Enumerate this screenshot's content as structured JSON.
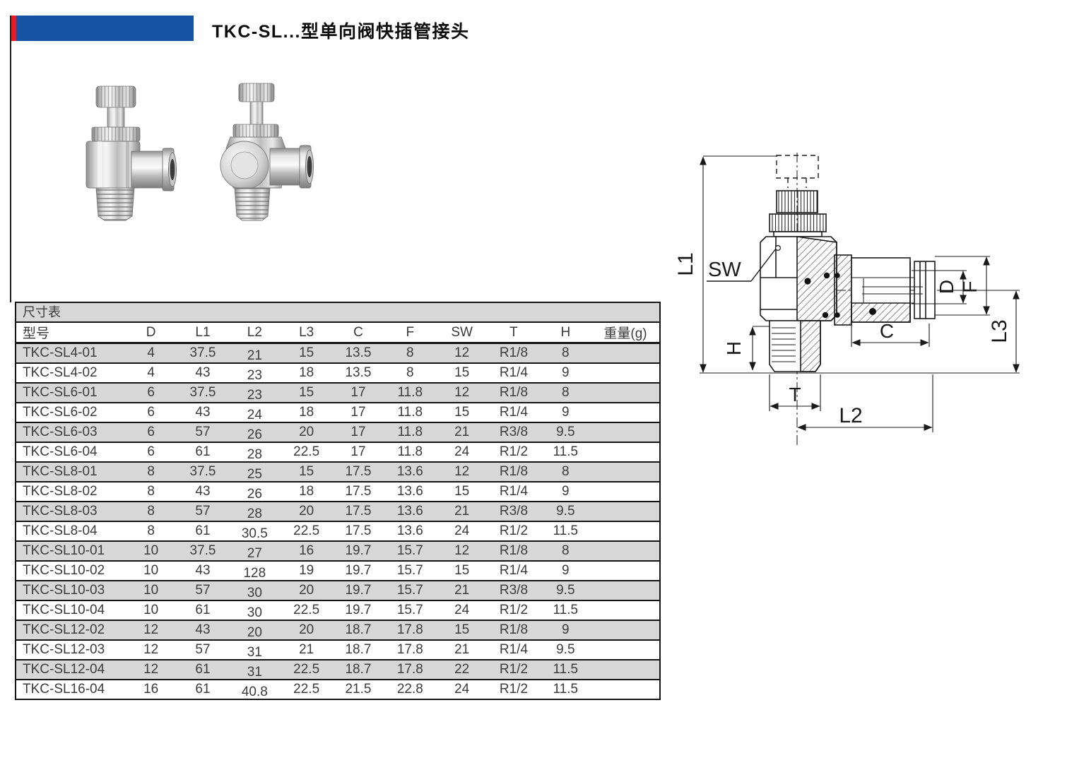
{
  "header": {
    "title": "TKC-SL...型单向阀快插管接头",
    "accent_red": "#e81c24",
    "accent_blue": "#1453a3"
  },
  "photos": {
    "left_photo_name": "speed-controller-fitting-front",
    "right_photo_name": "speed-controller-fitting-angle"
  },
  "drawing": {
    "labels": {
      "l1": "L1",
      "sw": "SW",
      "h": "H",
      "t": "T",
      "l2": "L2",
      "c": "C",
      "d": "D",
      "f": "F",
      "l3": "L3"
    }
  },
  "table": {
    "caption": "尺寸表",
    "columns": [
      "型号",
      "D",
      "L1",
      "L2",
      "L3",
      "C",
      "F",
      "SW",
      "T",
      "H",
      "重量(g)"
    ],
    "rows": [
      [
        "TKC-SL4-01",
        "4",
        "37.5",
        "21",
        "15",
        "13.5",
        "8",
        "12",
        "R1/8",
        "8",
        ""
      ],
      [
        "TKC-SL4-02",
        "4",
        "43",
        "23",
        "18",
        "13.5",
        "8",
        "15",
        "R1/4",
        "9",
        ""
      ],
      [
        "TKC-SL6-01",
        "6",
        "37.5",
        "23",
        "15",
        "17",
        "11.8",
        "12",
        "R1/8",
        "8",
        ""
      ],
      [
        "TKC-SL6-02",
        "6",
        "43",
        "24",
        "18",
        "17",
        "11.8",
        "15",
        "R1/4",
        "9",
        ""
      ],
      [
        "TKC-SL6-03",
        "6",
        "57",
        "26",
        "20",
        "17",
        "11.8",
        "21",
        "R3/8",
        "9.5",
        ""
      ],
      [
        "TKC-SL6-04",
        "6",
        "61",
        "28",
        "22.5",
        "17",
        "11.8",
        "24",
        "R1/2",
        "11.5",
        ""
      ],
      [
        "TKC-SL8-01",
        "8",
        "37.5",
        "25",
        "15",
        "17.5",
        "13.6",
        "12",
        "R1/8",
        "8",
        ""
      ],
      [
        "TKC-SL8-02",
        "8",
        "43",
        "26",
        "18",
        "17.5",
        "13.6",
        "15",
        "R1/4",
        "9",
        ""
      ],
      [
        "TKC-SL8-03",
        "8",
        "57",
        "28",
        "20",
        "17.5",
        "13.6",
        "21",
        "R3/8",
        "9.5",
        ""
      ],
      [
        "TKC-SL8-04",
        "8",
        "61",
        "30.5",
        "22.5",
        "17.5",
        "13.6",
        "24",
        "R1/2",
        "11.5",
        ""
      ],
      [
        "TKC-SL10-01",
        "10",
        "37.5",
        "27",
        "16",
        "19.7",
        "15.7",
        "12",
        "R1/8",
        "8",
        ""
      ],
      [
        "TKC-SL10-02",
        "10",
        "43",
        "128",
        "19",
        "19.7",
        "15.7",
        "15",
        "R1/4",
        "9",
        ""
      ],
      [
        "TKC-SL10-03",
        "10",
        "57",
        "30",
        "20",
        "19.7",
        "15.7",
        "21",
        "R3/8",
        "9.5",
        ""
      ],
      [
        "TKC-SL10-04",
        "10",
        "61",
        "30",
        "22.5",
        "19.7",
        "15.7",
        "24",
        "R1/2",
        "11.5",
        ""
      ],
      [
        "TKC-SL12-02",
        "12",
        "43",
        "20",
        "20",
        "18.7",
        "17.8",
        "15",
        "R1/8",
        "9",
        ""
      ],
      [
        "TKC-SL12-03",
        "12",
        "57",
        "31",
        "21",
        "18.7",
        "17.8",
        "21",
        "R1/4",
        "9.5",
        ""
      ],
      [
        "TKC-SL12-04",
        "12",
        "61",
        "31",
        "22.5",
        "18.7",
        "17.8",
        "22",
        "R1/2",
        "11.5",
        ""
      ],
      [
        "TKC-SL16-04",
        "16",
        "61",
        "40.8",
        "22.5",
        "21.5",
        "22.8",
        "24",
        "R1/2",
        "11.5",
        ""
      ]
    ]
  }
}
